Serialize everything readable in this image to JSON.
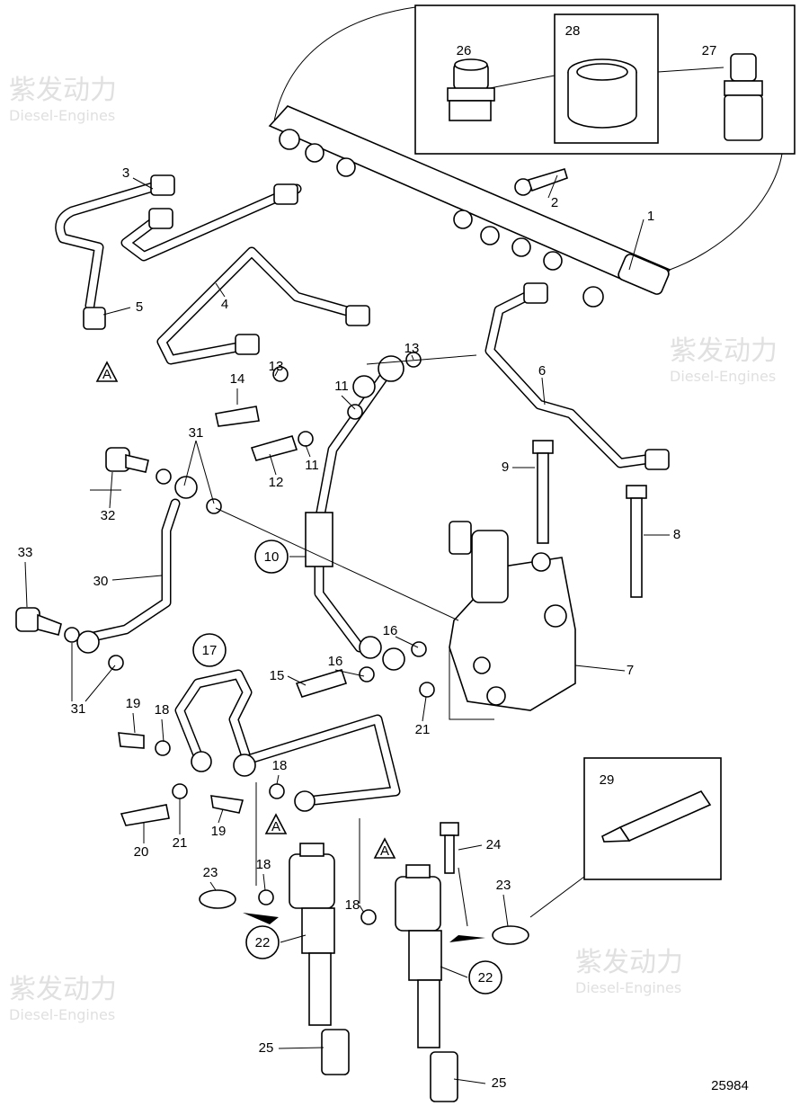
{
  "watermark": {
    "brand_cn": "紫发动力",
    "brand_en": "Diesel-Engines"
  },
  "drawing_number": "25984",
  "reference_marker": "A",
  "callouts": {
    "c26": "26",
    "c28": "28",
    "c27": "27",
    "c3": "3",
    "c2": "2",
    "c1": "1",
    "c5": "5",
    "c4": "4",
    "c6": "6",
    "c13a": "13",
    "c13b": "13",
    "c14": "14",
    "c11a": "11",
    "c11b": "11",
    "c31a": "31",
    "c12": "12",
    "c9": "9",
    "c32": "32",
    "c10": "10",
    "c8": "8",
    "c33": "33",
    "c30": "30",
    "c16a": "16",
    "c7": "7",
    "c31b": "31",
    "c17": "17",
    "c15": "15",
    "c16b": "16",
    "c21a": "21",
    "c19a": "19",
    "c18a": "18",
    "c18b": "18",
    "c29": "29",
    "c20": "20",
    "c21b": "21",
    "c19b": "19",
    "c24": "24",
    "c23a": "23",
    "c18c": "18",
    "c18d": "18",
    "c23b": "23",
    "c22a": "22",
    "c22b": "22",
    "c25a": "25",
    "c25b": "25"
  }
}
